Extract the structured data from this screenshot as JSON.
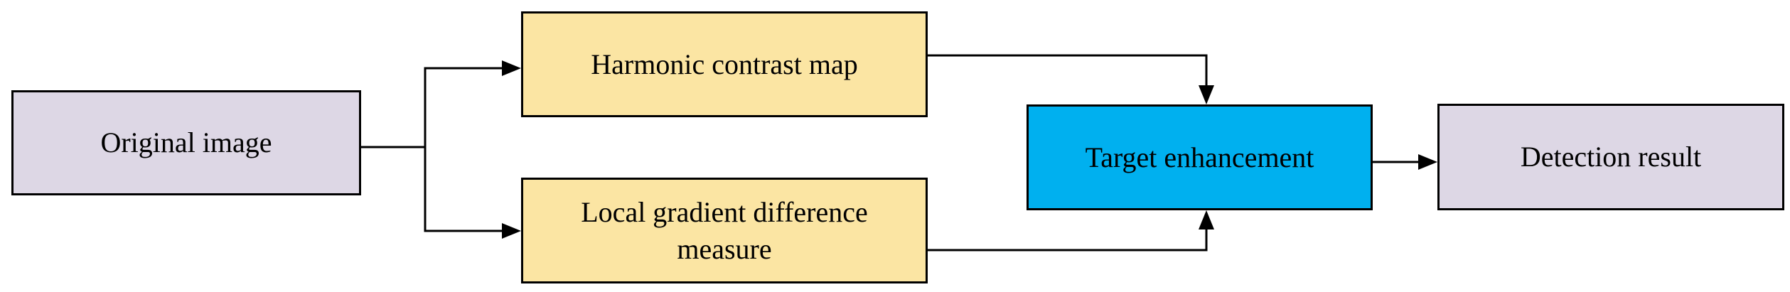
{
  "colors": {
    "input_output_fill": "#ddd7e5",
    "feature_fill": "#fbe5a3",
    "enhancement_fill": "#00b0ef",
    "stroke": "#000000"
  },
  "nodes": {
    "original_image": {
      "label": "Original image"
    },
    "harmonic_contrast_map": {
      "label": "Harmonic contrast map"
    },
    "local_gradient_difference_measure": {
      "line1": "Local gradient difference",
      "line2": "measure"
    },
    "target_enhancement": {
      "label": "Target enhancement"
    },
    "detection_result": {
      "label": "Detection result"
    }
  }
}
